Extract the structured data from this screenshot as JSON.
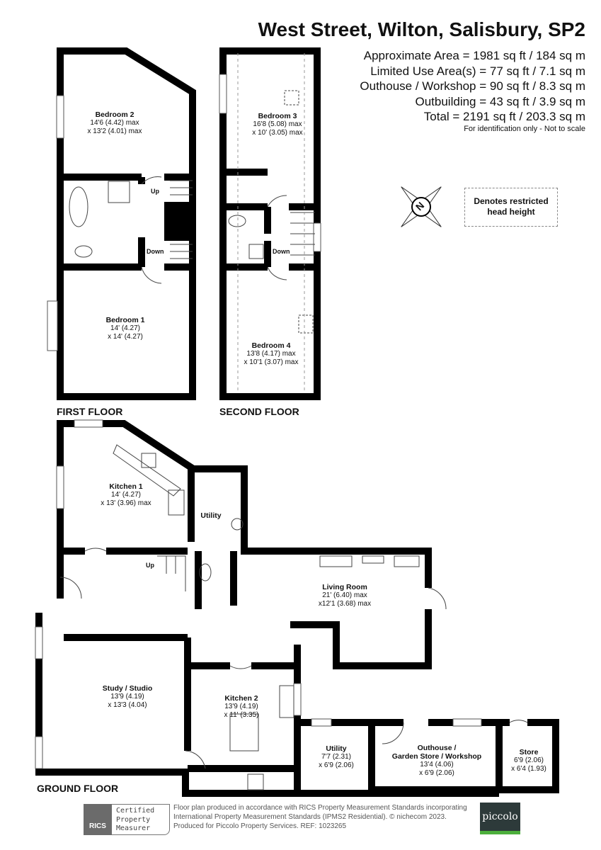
{
  "header": {
    "title": "West Street, Wilton, Salisbury, SP2",
    "areas": [
      "Approximate Area = 1981 sq ft / 184 sq m",
      "Limited Use Area(s) = 77 sq ft / 7.1 sq m",
      "Outhouse /  Workshop = 90 sq ft / 8.3 sq m",
      "Outbuilding = 43 sq ft / 3.9 sq m",
      "Total = 2191 sq ft / 203.3 sq m"
    ],
    "disclaimer": "For identification only - Not to scale"
  },
  "legend": {
    "restricted": [
      "Denotes restricted",
      "head height"
    ],
    "compass": "N"
  },
  "floors": {
    "first": "FIRST FLOOR",
    "second": "SECOND FLOOR",
    "ground": "GROUND FLOOR"
  },
  "rooms": {
    "bedroom2": {
      "name": "Bedroom 2",
      "dims": [
        "14'6 (4.42) max",
        "x 13'2 (4.01) max"
      ]
    },
    "bedroom1": {
      "name": "Bedroom 1",
      "dims": [
        "14' (4.27)",
        "x 14' (4.27)"
      ]
    },
    "bedroom3": {
      "name": "Bedroom 3",
      "dims": [
        "16'8 (5.08) max",
        "x 10' (3.05) max"
      ]
    },
    "bedroom4": {
      "name": "Bedroom 4",
      "dims": [
        "13'8 (4.17) max",
        "x 10'1 (3.07) max"
      ]
    },
    "kitchen1": {
      "name": "Kitchen 1",
      "dims": [
        "14' (4.27)",
        "x 13' (3.96) max"
      ]
    },
    "utility1": {
      "name": "Utility"
    },
    "living": {
      "name": "Living Room",
      "dims": [
        "21' (6.40) max",
        "x12'1 (3.68) max"
      ]
    },
    "study": {
      "name": "Study / Studio",
      "dims": [
        "13'9 (4.19)",
        "x 13'3 (4.04)"
      ]
    },
    "kitchen2": {
      "name": "Kitchen 2",
      "dims": [
        "13'9 (4.19)",
        "x 11' (3.35)"
      ]
    },
    "utility2": {
      "name": "Utility",
      "dims": [
        "7'7 (2.31)",
        "x 6'9 (2.06)"
      ]
    },
    "outhouse": {
      "name": [
        "Outhouse /",
        "Garden Store / Workshop"
      ],
      "dims": [
        "13'4 (4.06)",
        "x 6'9 (2.06)"
      ]
    },
    "store": {
      "name": "Store",
      "dims": [
        "6'9 (2.06)",
        "x 6'4 (1.93)"
      ]
    }
  },
  "stairs": {
    "up": "Up",
    "down": "Down"
  },
  "footer": {
    "rics": "RICS",
    "certified": [
      "Certified",
      "Property",
      "Measurer"
    ],
    "text": [
      "Floor plan produced in accordance with RICS Property Measurement Standards incorporating",
      "International Property Measurement Standards (IPMS2 Residential).   © nichecom 2023.",
      "Produced for Piccolo Property Services.   REF:  1023265"
    ],
    "brand": "piccolo"
  },
  "colors": {
    "wall": "#000000",
    "brand_dark": "#2d3a3a",
    "brand_green": "#4caf3c",
    "rics_grey": "#6b6b6b"
  }
}
